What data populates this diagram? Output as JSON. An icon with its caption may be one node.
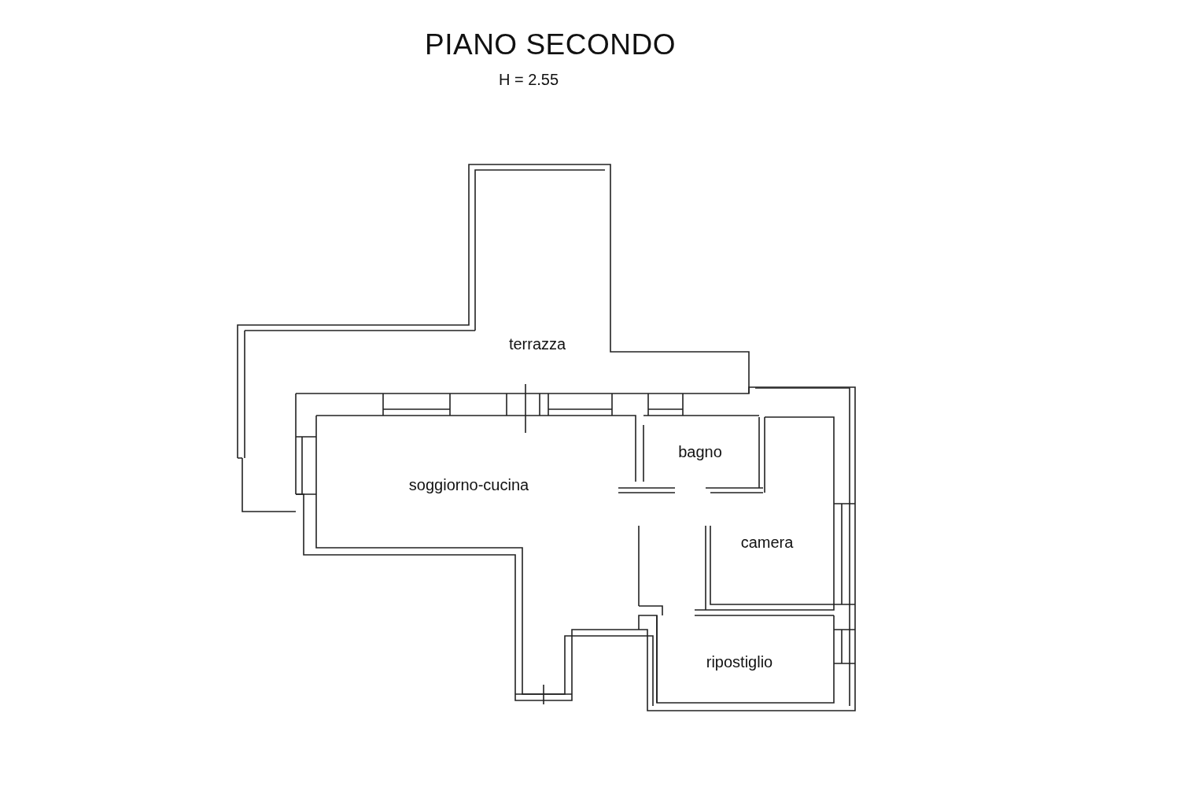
{
  "diagram": {
    "title": "PIANO SECONDO",
    "labels": [
      "H = 2.55",
      "terrazza",
      "bagno",
      "soggiorno-cucina",
      "camera",
      "ripostiglio"
    ]
  }
}
